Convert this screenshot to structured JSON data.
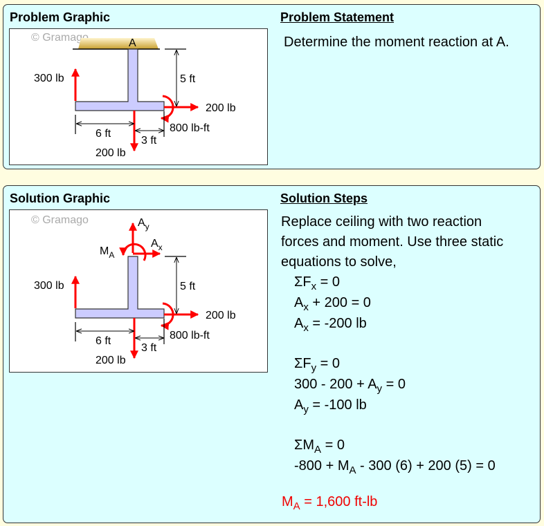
{
  "problem": {
    "graphic_title": "Problem Graphic",
    "statement_title": "Problem Statement",
    "statement": "Determine the moment reaction at A."
  },
  "diagram": {
    "watermark": "© Gramago",
    "point": "A",
    "force_left": "300 lb",
    "force_down": "200 lb",
    "force_right": "200 lb",
    "moment": "800 lb-ft",
    "dim_height": "5 ft",
    "dim_left": "6 ft",
    "dim_right": "3 ft",
    "ay_main": "A",
    "ay_sub": "y",
    "ax_main": "A",
    "ax_sub": "x",
    "ma_main": "M",
    "ma_sub": "A"
  },
  "solution": {
    "graphic_title": "Solution Graphic",
    "steps_title": "Solution Steps",
    "intro": [
      "Replace ceiling with two reaction",
      "forces and moment. Use three static",
      "equations to solve,"
    ],
    "equations": [
      [
        "ΣF",
        "x",
        " = 0"
      ],
      [
        "A",
        "x",
        " + 200 = 0"
      ],
      [
        "A",
        "x",
        " = -200 lb"
      ],
      [
        "ΣF",
        "y",
        " = 0"
      ],
      [
        "300 - 200 + A",
        "y",
        " = 0"
      ],
      [
        "A",
        "y",
        " = -100 lb"
      ],
      [
        "ΣM",
        "A",
        " = 0"
      ],
      [
        "-800 + M",
        "A",
        " - 300 (6) + 200 (5) = 0"
      ]
    ],
    "answer": [
      "M",
      "A",
      " = 1,600 ft-lb"
    ]
  },
  "colors": {
    "force": "#ff0000",
    "member": "#ccccff",
    "panel": "#dcffff",
    "background": "#fffde0"
  }
}
